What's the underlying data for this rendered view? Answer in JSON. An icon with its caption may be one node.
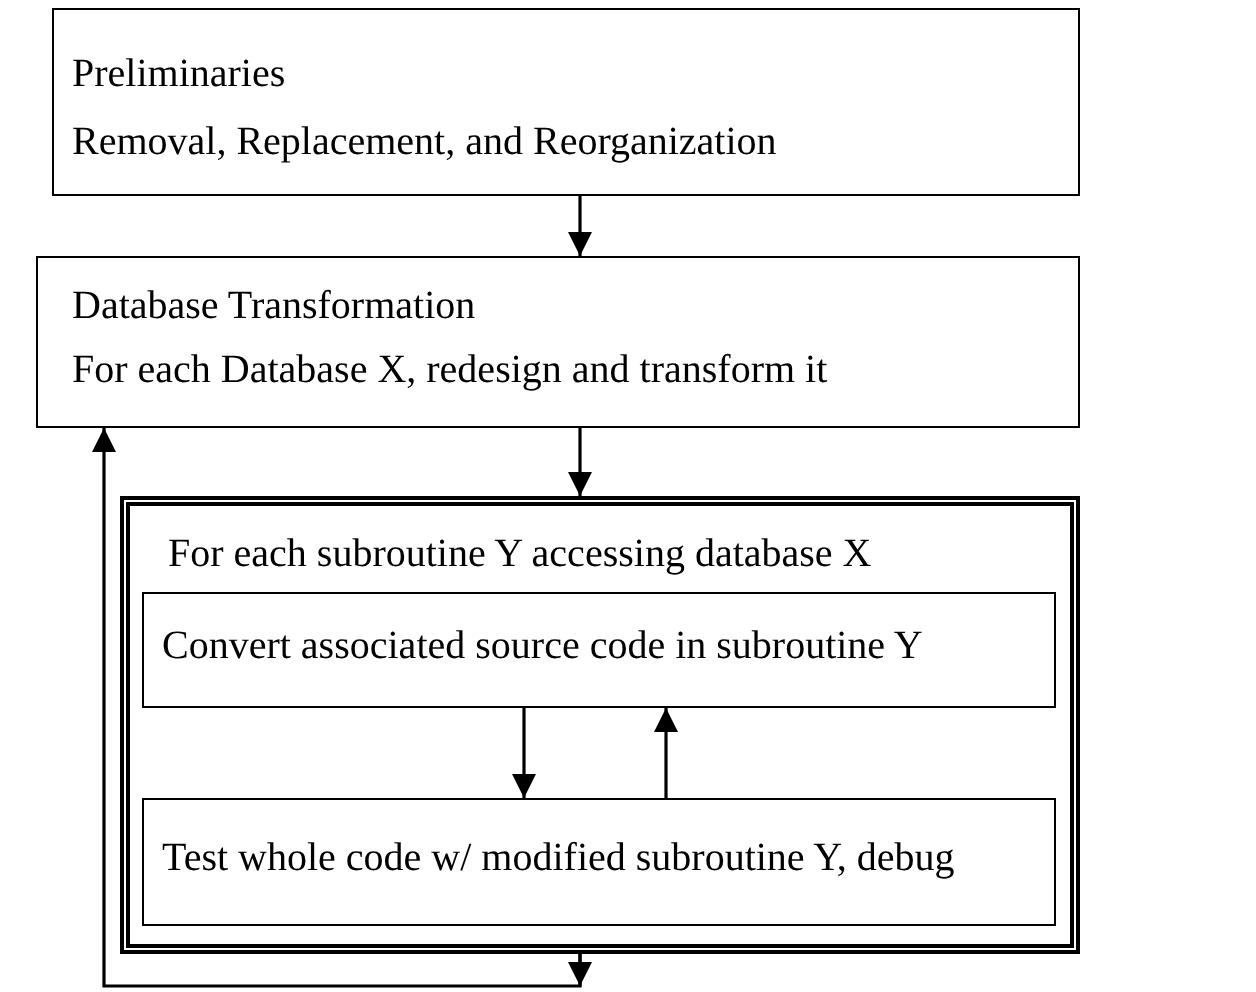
{
  "diagram": {
    "nodes": [
      {
        "text": [
          "Preliminaries",
          "Removal, Replacement, and Reorganization"
        ]
      },
      {
        "text": [
          "Database Transformation",
          "For each Database X, redesign and transform it"
        ]
      },
      {
        "text": [
          "For each subroutine Y accessing database X"
        ]
      },
      {
        "text": [
          "Convert associated source code in subroutine Y"
        ],
        "in": 2
      },
      {
        "text": [
          "Test whole code w/ modified subroutine Y, debug"
        ],
        "in": 2
      }
    ],
    "edges": [
      {
        "from": 0,
        "to": 1,
        "arrow": "to"
      },
      {
        "from": 1,
        "to": 2,
        "arrow": "to"
      },
      {
        "from": 3,
        "to": 4,
        "arrow": "to"
      },
      {
        "from": 4,
        "to": 3,
        "arrow": "to"
      },
      {
        "from": 2,
        "to": null,
        "arrow": "to"
      },
      {
        "from": 2,
        "to": 1,
        "arrow": "to"
      }
    ]
  }
}
